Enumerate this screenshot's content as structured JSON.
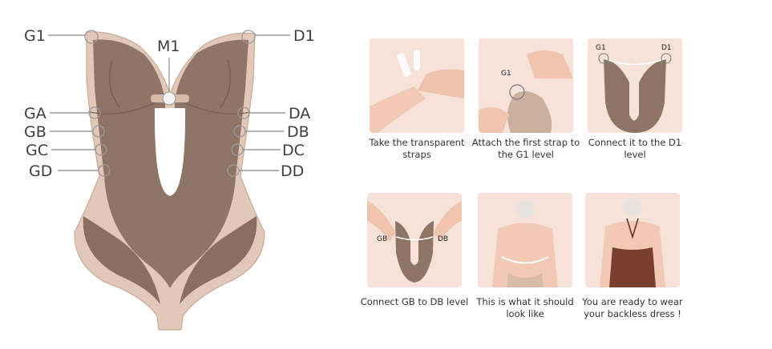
{
  "diagram": {
    "labels": {
      "g1": "G1",
      "d1": "D1",
      "m1": "M1",
      "ga": "GA",
      "da": "DA",
      "gb": "GB",
      "db": "DB",
      "gc": "GC",
      "dc": "DC",
      "gd": "GD",
      "dd": "DD"
    }
  },
  "steps": [
    {
      "caption": "Take the transparent straps",
      "labels": []
    },
    {
      "caption": "Attach the first strap to the G1 level",
      "labels": [
        "G1"
      ]
    },
    {
      "caption": "Connect it to the D1 level",
      "labels": [
        "G1",
        "D1"
      ]
    },
    {
      "caption": "Connect GB to DB level",
      "labels": [
        "GB",
        "DB"
      ]
    },
    {
      "caption": "This is what it should look like",
      "labels": []
    },
    {
      "caption": "You are ready to wear your backless dress !",
      "labels": []
    }
  ],
  "colors": {
    "body_fabric": "#8f7566",
    "edge_fabric": "#e2c8b8",
    "panel_bg": "#f6e2d9",
    "skin": "#f2c9b5",
    "dress": "#7a3e2c"
  }
}
